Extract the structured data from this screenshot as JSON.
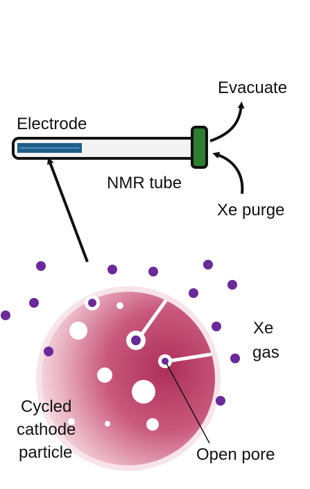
{
  "labels": {
    "evacuate": "Evacuate",
    "electrode": "Electrode",
    "nmr_tube": "NMR tube",
    "xe_purge": "Xe purge",
    "xe": "Xe",
    "gas": "gas",
    "cycled": "Cycled",
    "cathode": "cathode",
    "particle": "particle",
    "open_pore": "Open pore"
  },
  "colors": {
    "xenon_dot": "#6a2a9a",
    "tube_cap": "#2f7d32",
    "electrode": "#1f5d86",
    "particle_core": "#b23a63",
    "particle_edge": "#f6dde3",
    "outline": "#111111"
  }
}
